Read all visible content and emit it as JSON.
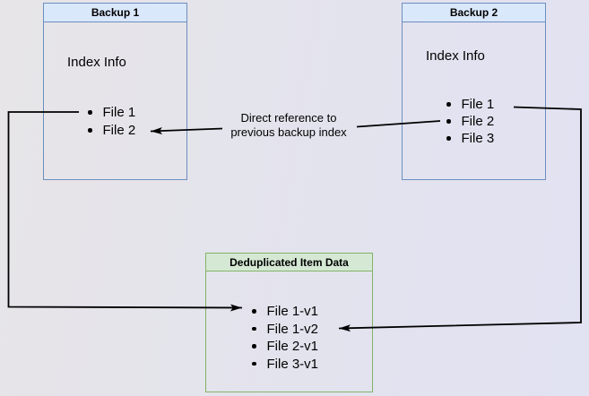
{
  "colors": {
    "bg-left": "#e7e5e7",
    "bg-right": "#e1e2f2",
    "blue-header": "#dae8fc",
    "blue-border": "#6c8ebf",
    "green-header": "#d5e8d4",
    "green-border": "#82b366",
    "arrow": "#000000",
    "text": "#000000"
  },
  "backup1": {
    "title": "Backup 1",
    "subtitle": "Index Info",
    "items": [
      "File 1",
      "File 2"
    ]
  },
  "backup2": {
    "title": "Backup 2",
    "subtitle": "Index Info",
    "items": [
      "File 1",
      "File 2",
      "File 3"
    ]
  },
  "dedup": {
    "title": "Deduplicated Item Data",
    "items": [
      "File 1-v1",
      "File 1-v2",
      "File 2-v1",
      "File 3-v1"
    ]
  },
  "annotation": {
    "line1": "Direct reference to",
    "line2": "previous backup index"
  }
}
